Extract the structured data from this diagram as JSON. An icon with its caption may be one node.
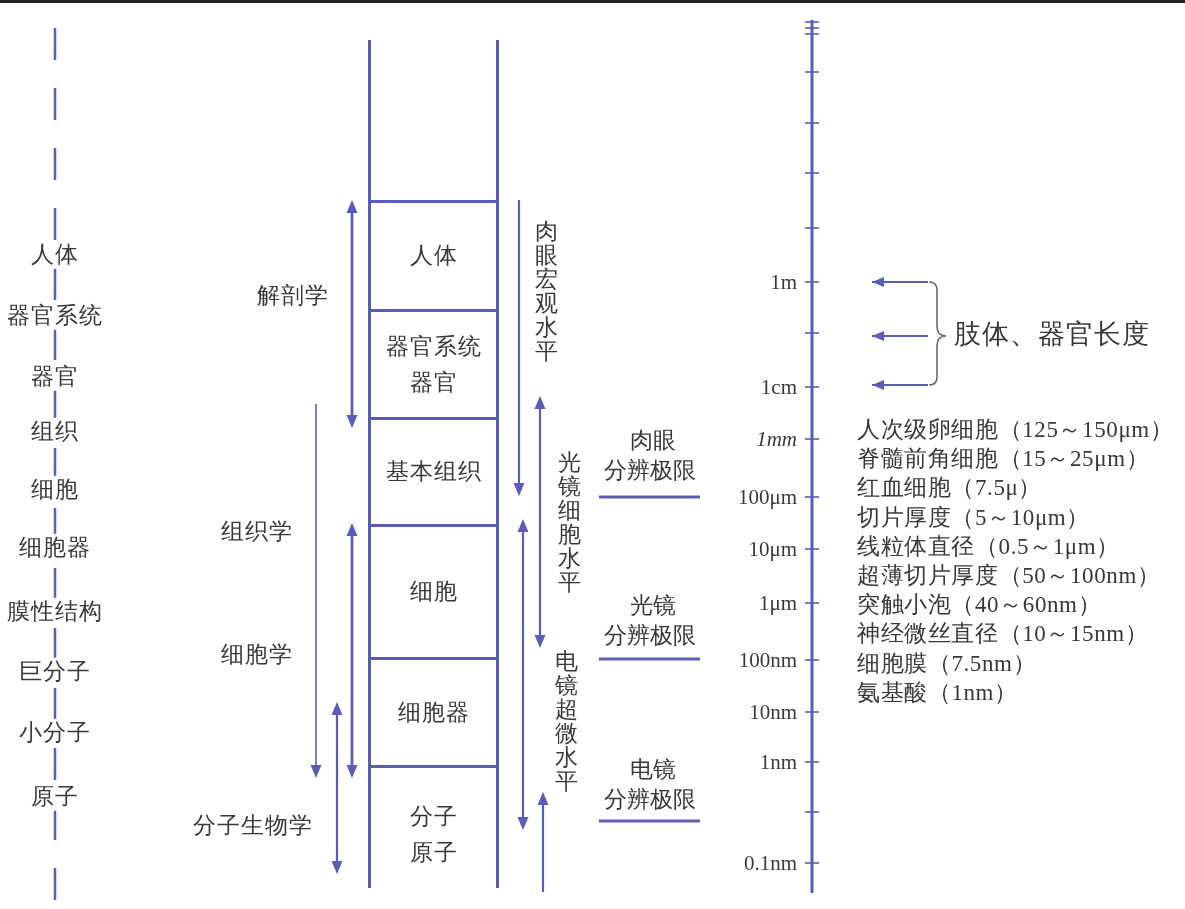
{
  "diagram": {
    "nodes": [
      {
        "text": [],
        "shape": "column"
      },
      {
        "text": [
          "人体"
        ],
        "in": 0
      },
      {
        "text": [
          "器官系统",
          "器官"
        ],
        "in": 0
      },
      {
        "text": [
          "基本组织"
        ],
        "in": 0
      },
      {
        "text": [
          "细胞"
        ],
        "in": 0
      },
      {
        "text": [
          "细胞器"
        ],
        "in": 0
      },
      {
        "text": [
          "分子",
          "原子"
        ],
        "in": 0
      },
      {
        "text": [
          "肢体、器官长度"
        ]
      }
    ],
    "edges": [
      {
        "from": 7,
        "to": null,
        "arrow": "to"
      },
      {
        "from": 7,
        "to": null,
        "arrow": "to"
      },
      {
        "from": 7,
        "to": null,
        "arrow": "to"
      }
    ],
    "labels": [
      "人体",
      "器官系统",
      "器官",
      "组织",
      "细胞",
      "细胞器",
      "膜性结构",
      "巨分子",
      "小分子",
      "原子",
      "解剖学",
      "组织学",
      "细胞学",
      "分子生物学",
      "肉眼宏观水平",
      "光镜细胞水平",
      "电镜超微水平",
      "肉眼分辨极限",
      "光镜分辨极限",
      "电镜分辨极限",
      "1m",
      "1cm",
      "1mm",
      "100μm",
      "10μm",
      "1μm",
      "100nm",
      "10nm",
      "1nm",
      "0.1nm",
      "人次级卵细胞（125～150μm）",
      "脊髓前角细胞（15～25μm）",
      "红血细胞（7.5μ）",
      "切片厚度（5～10μm）",
      "线粒体直径（0.5～1μm）",
      "超薄切片厚度（50～100nm）",
      "突触小泡（40～60nm）",
      "神经微丝直径（10～15nm）",
      "细胞膜（7.5nm）",
      "氨基酸（1nm）"
    ]
  }
}
